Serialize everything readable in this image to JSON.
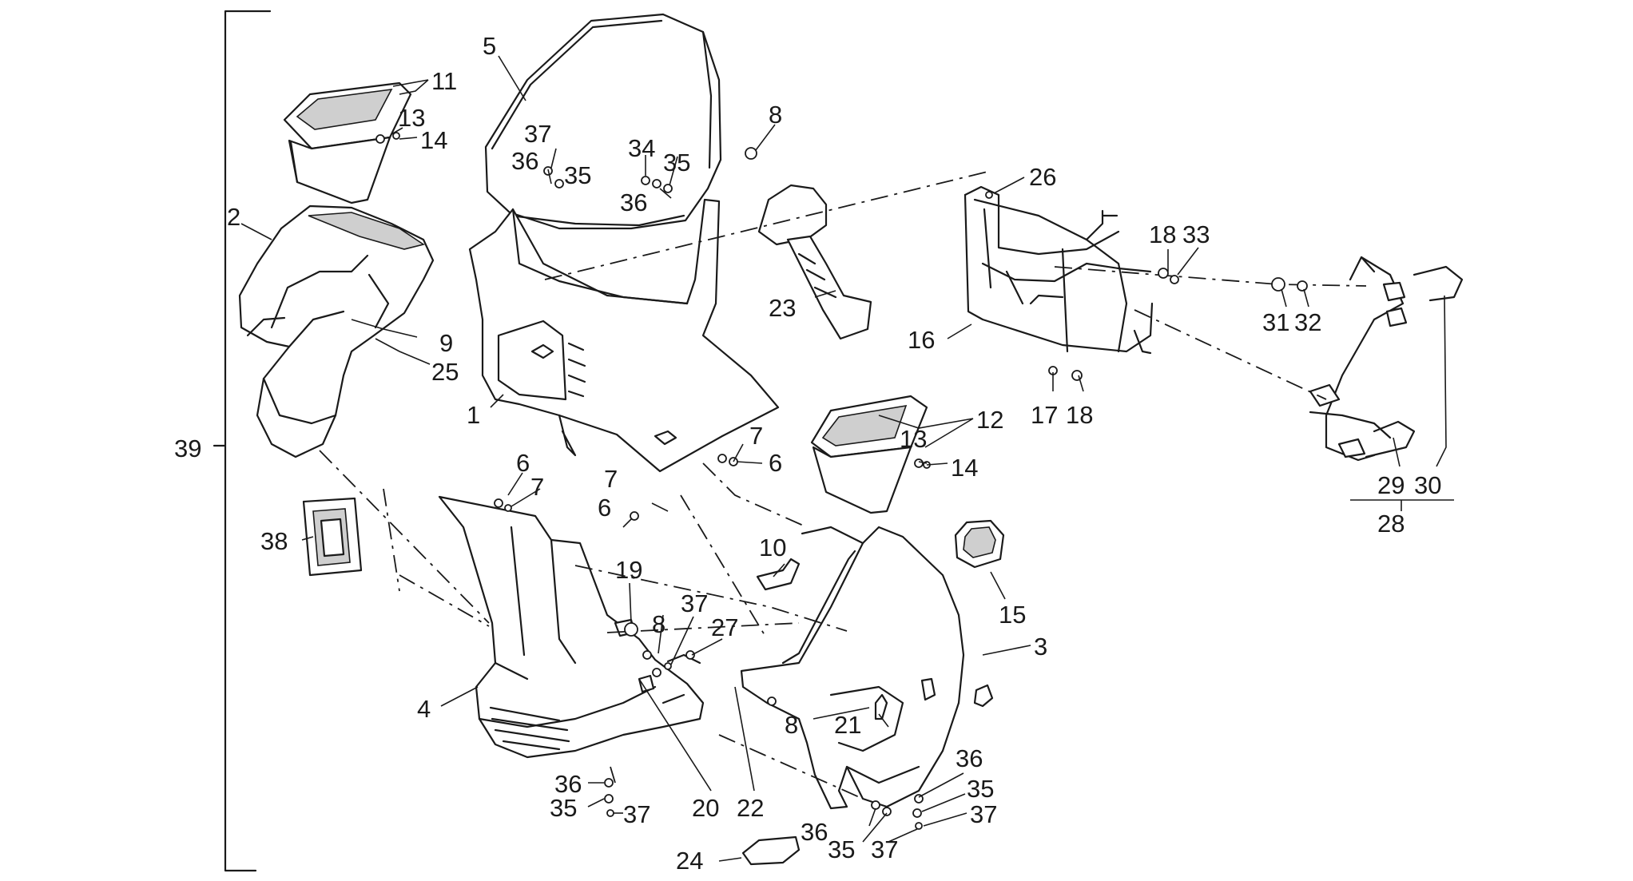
{
  "labels": [
    {
      "id": "l39",
      "text": "39"
    },
    {
      "id": "l11",
      "text": "11"
    },
    {
      "id": "l13a",
      "text": "13"
    },
    {
      "id": "l14a",
      "text": "14"
    },
    {
      "id": "l2",
      "text": "2"
    },
    {
      "id": "l9",
      "text": "9"
    },
    {
      "id": "l25",
      "text": "25"
    },
    {
      "id": "l38",
      "text": "38"
    },
    {
      "id": "l5",
      "text": "5"
    },
    {
      "id": "l37a",
      "text": "37"
    },
    {
      "id": "l36a",
      "text": "36"
    },
    {
      "id": "l35a",
      "text": "35"
    },
    {
      "id": "l34",
      "text": "34"
    },
    {
      "id": "l35b",
      "text": "35"
    },
    {
      "id": "l36b",
      "text": "36"
    },
    {
      "id": "l8a",
      "text": "8"
    },
    {
      "id": "l1",
      "text": "1"
    },
    {
      "id": "l7a",
      "text": "7"
    },
    {
      "id": "l6a",
      "text": "6"
    },
    {
      "id": "l7b",
      "text": "7"
    },
    {
      "id": "l6b",
      "text": "6"
    },
    {
      "id": "l6c",
      "text": "6"
    },
    {
      "id": "l7c",
      "text": "7"
    },
    {
      "id": "l23",
      "text": "23"
    },
    {
      "id": "l26",
      "text": "26"
    },
    {
      "id": "l16",
      "text": "16"
    },
    {
      "id": "l18a",
      "text": "18"
    },
    {
      "id": "l33",
      "text": "33"
    },
    {
      "id": "l17",
      "text": "17"
    },
    {
      "id": "l18b",
      "text": "18"
    },
    {
      "id": "l31",
      "text": "31"
    },
    {
      "id": "l32",
      "text": "32"
    },
    {
      "id": "l29",
      "text": "29"
    },
    {
      "id": "l30",
      "text": "30"
    },
    {
      "id": "l28",
      "text": "28"
    },
    {
      "id": "l12",
      "text": "12"
    },
    {
      "id": "l13b",
      "text": "13"
    },
    {
      "id": "l14b",
      "text": "14"
    },
    {
      "id": "l15",
      "text": "15"
    },
    {
      "id": "l10",
      "text": "10"
    },
    {
      "id": "l3",
      "text": "3"
    },
    {
      "id": "l19",
      "text": "19"
    },
    {
      "id": "l8b",
      "text": "8"
    },
    {
      "id": "l37b",
      "text": "37"
    },
    {
      "id": "l27",
      "text": "27"
    },
    {
      "id": "l4",
      "text": "4"
    },
    {
      "id": "l20",
      "text": "20"
    },
    {
      "id": "l22",
      "text": "22"
    },
    {
      "id": "l8c",
      "text": "8"
    },
    {
      "id": "l21",
      "text": "21"
    },
    {
      "id": "l36c",
      "text": "36"
    },
    {
      "id": "l35c",
      "text": "35"
    },
    {
      "id": "l37c",
      "text": "37"
    },
    {
      "id": "l36d",
      "text": "36"
    },
    {
      "id": "l35d",
      "text": "35"
    },
    {
      "id": "l37d",
      "text": "37"
    },
    {
      "id": "l36e",
      "text": "36"
    },
    {
      "id": "l35e",
      "text": "35"
    },
    {
      "id": "l37e",
      "text": "37"
    },
    {
      "id": "l24",
      "text": "24"
    }
  ]
}
